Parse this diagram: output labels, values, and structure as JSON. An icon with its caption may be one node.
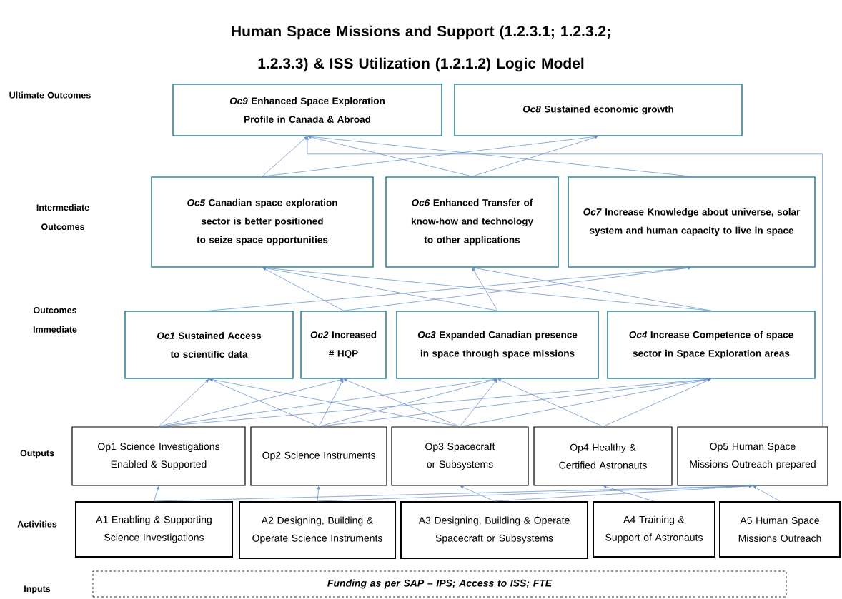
{
  "diagram": {
    "title": "Human Space Missions and Support (1.2.3.1; 1.2.3.2; 1.2.3.3) & ISS Utilization (1.2.1.2) Logic Model",
    "nodes": [
      {
        "text": [
          "*Oc9* Enhanced Space Exploration Profile in Canada & Abroad"
        ]
      },
      {
        "text": [
          "*Oc8*  Sustained economic growth"
        ]
      },
      {
        "text": [
          "*Oc5* Canadian space exploration sector is better positioned  to seize space opportunities"
        ]
      },
      {
        "text": [
          "*Oc6* Enhanced Transfer of know-how and technology to other applications"
        ]
      },
      {
        "text": [
          "*Oc7*     Increase Knowledge about universe, solar system and human capacity to live in space"
        ]
      },
      {
        "text": [
          "*Oc1* Sustained Access to scientific  data"
        ]
      },
      {
        "text": [
          "*Oc2* Increased # HQP"
        ]
      },
      {
        "text": [
          "*Oc3* Expanded Canadian presence in space through space missions"
        ]
      },
      {
        "text": [
          "*Oc4* Increase Competence of space sector in Space Exploration areas"
        ]
      },
      {
        "text": [
          "Op1 Science Investigations Enabled & Supported"
        ]
      },
      {
        "text": [
          "Op2 Science Instruments"
        ]
      },
      {
        "text": [
          "Op3  Spacecraft or Subsystems"
        ]
      },
      {
        "text": [
          "Op4 Healthy & Certified Astronauts"
        ]
      },
      {
        "text": [
          "Op5 Human Space Missions Outreach prepared"
        ]
      },
      {
        "text": [
          "A1  Enabling & Supporting  Science Investigations"
        ]
      },
      {
        "text": [
          "A2 Designing, Building & Operate Science Instruments"
        ]
      },
      {
        "text": [
          "A3 Designing,  Building & Operate Spacecraft or Subsystems"
        ]
      },
      {
        "text": [
          "A4 Training & Support of Astronauts"
        ]
      },
      {
        "text": [
          "A5 Human Space Missions Outreach"
        ]
      },
      {
        "text": [
          "Funding as per SAP – IPS; Access to ISS; FTE"
        ]
      }
    ],
    "edges": [
      {
        "from": 2,
        "to": 0,
        "arrow": "to"
      },
      {
        "from": 2,
        "to": 1,
        "arrow": "to"
      },
      {
        "from": 3,
        "to": 0,
        "arrow": "to"
      },
      {
        "from": 3,
        "to": 1,
        "arrow": "to"
      },
      {
        "from": 4,
        "to": 0,
        "arrow": "to"
      },
      {
        "from": 13,
        "to": 0,
        "arrow": "to"
      },
      {
        "from": 5,
        "to": 4,
        "arrow": "to"
      },
      {
        "from": 6,
        "to": 2,
        "arrow": "to"
      },
      {
        "from": 6,
        "to": 4,
        "arrow": "to"
      },
      {
        "from": 7,
        "to": 3,
        "arrow": "to"
      },
      {
        "from": 7,
        "to": 2,
        "arrow": "to"
      },
      {
        "from": 8,
        "to": 2,
        "arrow": "to"
      },
      {
        "from": 8,
        "to": 3,
        "arrow": "to"
      },
      {
        "from": 9,
        "to": 5,
        "arrow": "to"
      },
      {
        "from": 9,
        "to": 6,
        "arrow": "to"
      },
      {
        "from": 9,
        "to": 7,
        "arrow": "to"
      },
      {
        "from": 9,
        "to": 8,
        "arrow": "to"
      },
      {
        "from": 10,
        "to": 5,
        "arrow": "to"
      },
      {
        "from": 10,
        "to": 6,
        "arrow": "to"
      },
      {
        "from": 10,
        "to": 7,
        "arrow": "to"
      },
      {
        "from": 10,
        "to": 8,
        "arrow": "to"
      },
      {
        "from": 11,
        "to": 5,
        "arrow": "to"
      },
      {
        "from": 11,
        "to": 6,
        "arrow": "to"
      },
      {
        "from": 11,
        "to": 7,
        "arrow": "to"
      },
      {
        "from": 11,
        "to": 8,
        "arrow": "to"
      },
      {
        "from": 12,
        "to": 7,
        "arrow": "to"
      },
      {
        "from": 12,
        "to": 8,
        "arrow": "to"
      },
      {
        "from": 14,
        "to": 9,
        "arrow": "to"
      },
      {
        "from": 15,
        "to": 10,
        "arrow": "to"
      },
      {
        "from": 16,
        "to": 11,
        "arrow": "to"
      },
      {
        "from": 17,
        "to": 12,
        "arrow": "to"
      },
      {
        "from": 18,
        "to": 13,
        "arrow": "to"
      },
      {
        "from": 14,
        "to": 13,
        "arrow": "to"
      },
      {
        "from": 15,
        "to": 13,
        "arrow": "to"
      },
      {
        "from": 16,
        "to": 13,
        "arrow": "to"
      }
    ],
    "labels": [
      "Ultimate Outcomes",
      "Intermediate Outcomes",
      "Outcomes Immediate",
      "Outputs",
      "Activities",
      "Inputs"
    ]
  }
}
